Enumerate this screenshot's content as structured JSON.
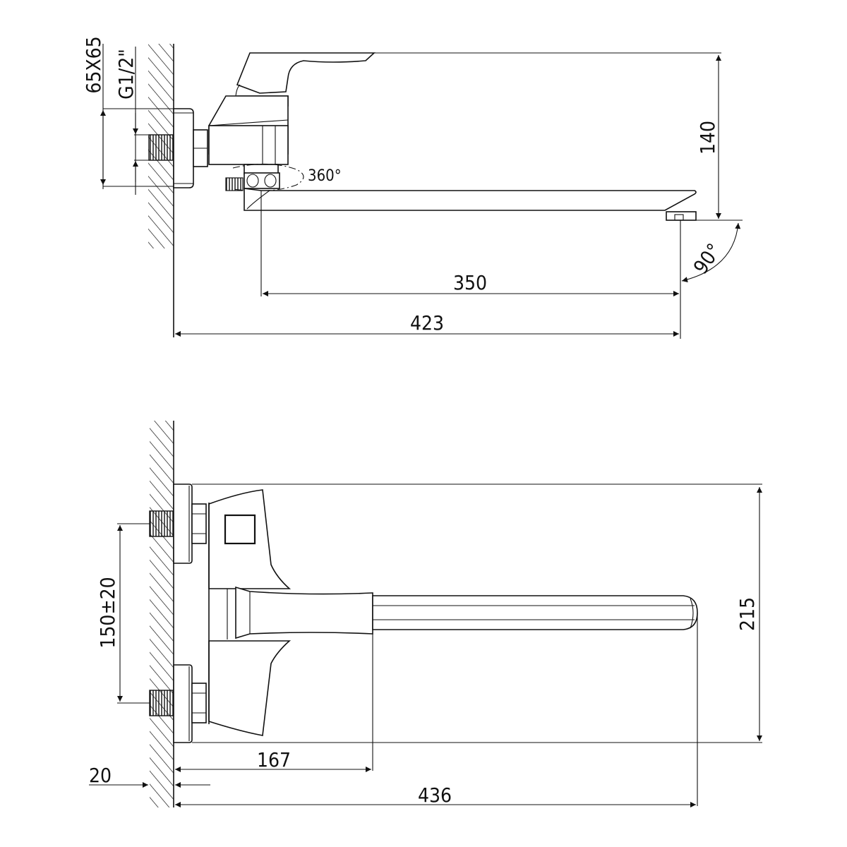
{
  "drawing": {
    "title": "Wall-mounted single-lever bath/basin mixer with long swivel spout — technical drawing",
    "line_color": "#111111",
    "background": "#ffffff",
    "top_view": {
      "dims": {
        "flange_size": "65X65",
        "thread": "G1/2\"",
        "height": "140",
        "spout_reach": "350",
        "total_length": "423",
        "swivel_angle": "360°",
        "outlet_angle": "90°"
      }
    },
    "front_view": {
      "dims": {
        "inlet_spacing": "150±20",
        "height": "215",
        "body_depth": "167",
        "wall_gap": "20",
        "total_length": "436"
      }
    }
  }
}
